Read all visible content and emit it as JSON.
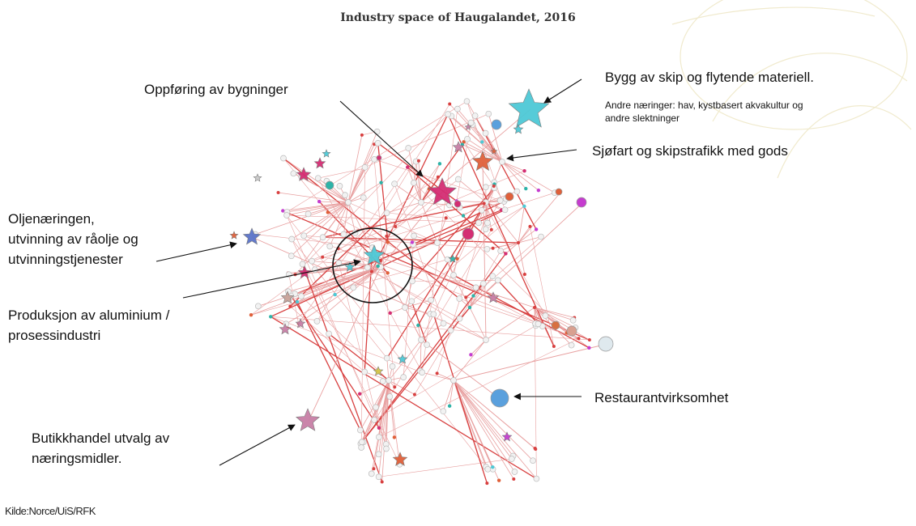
{
  "title": "Industry space of Haugalandet, 2016",
  "labels": {
    "oppforing": "Oppføring av bygninger",
    "bygg_skip": "Bygg av skip og flytende materiell.",
    "andre_1": "Andre næringer: hav, kystbasert akvakultur og",
    "andre_2": "andre slektninger",
    "sjofart": "Sjøfart og skipstrafikk med gods",
    "olje_1": "Oljenæringen,",
    "olje_2": "utvinning av råolje og",
    "olje_3": "utvinningstjenester",
    "alu_1": "Produksjon av aluminium /",
    "alu_2": "prosessindustri",
    "restaurant": "Restaurantvirksomhet",
    "butikk_1": "Butikkhandel utvalg av",
    "butikk_2": "næringsmidler."
  },
  "source": "Kilde:Norce/UiS/RFK",
  "colors": {
    "edge": "#e8a0a0",
    "edge_strong": "#d84040",
    "node_pale": "#f2f2f2",
    "cyan": "#4ec9d6",
    "magenta": "#d42e73",
    "orange": "#e0603a",
    "blue": "#5b73c9",
    "pink": "#c87fa6",
    "light_blue": "#5aa0dd",
    "teal": "#2db3a8",
    "purple": "#c53ccf"
  }
}
